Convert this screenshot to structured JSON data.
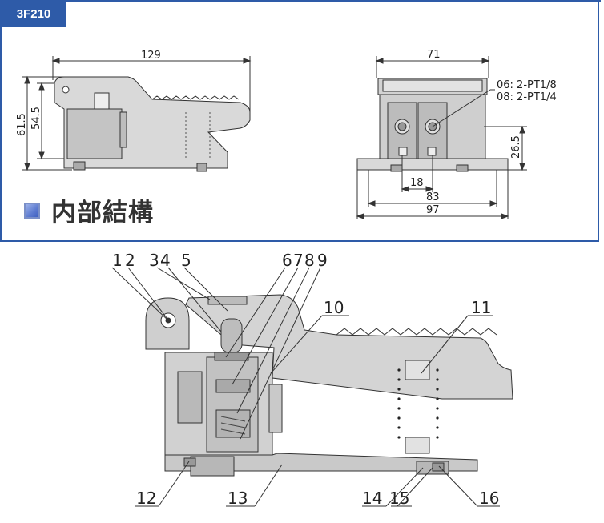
{
  "header": {
    "model_tag": "3F210",
    "accent_color": "#2e5ba8"
  },
  "section": {
    "title": "内部結構",
    "bullet_icon": "square-bullet-icon"
  },
  "side_view": {
    "width_label": "129",
    "height_outer": "61.5",
    "height_inner": "54.5"
  },
  "front_view": {
    "width_top": "71",
    "port_note_1": "06: 2-PT1/8",
    "port_note_2": "08: 2-PT1/4",
    "height_port": "26.5",
    "dim_18": "18",
    "dim_83": "83",
    "dim_97": "97"
  },
  "internal": {
    "labels": [
      "1",
      "2",
      "3",
      "4",
      "5",
      "6",
      "7",
      "8",
      "9",
      "10",
      "11",
      "12",
      "13",
      "14",
      "15",
      "16"
    ]
  }
}
